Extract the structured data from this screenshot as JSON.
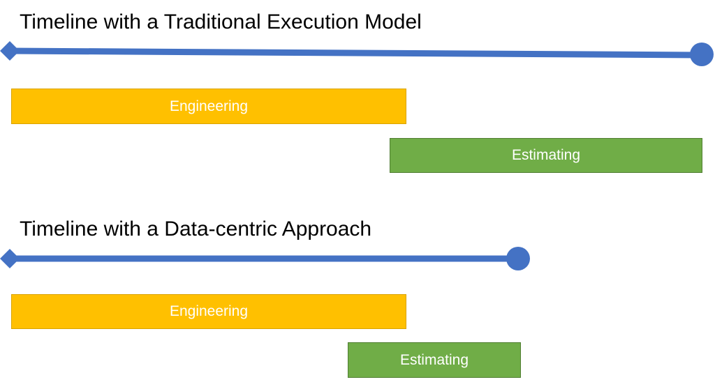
{
  "sections": [
    {
      "title": "Timeline with a Traditional Execution Model",
      "engineering_label": "Engineering",
      "estimating_label": "Estimating"
    },
    {
      "title": "Timeline with a Data-centric Approach",
      "engineering_label": "Engineering",
      "estimating_label": "Estimating"
    }
  ],
  "colors": {
    "timeline": "#4472c4",
    "engineering": "#ffc000",
    "estimating": "#70ad47"
  }
}
